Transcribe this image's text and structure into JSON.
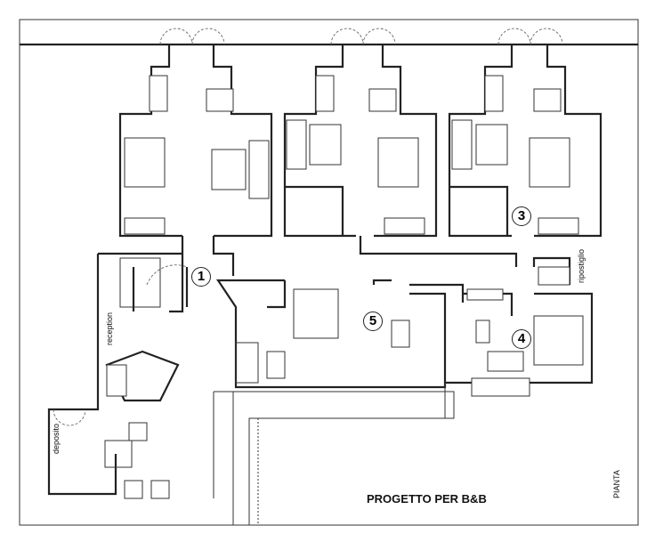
{
  "title": "PROGETTO PER B&B",
  "sheet_label": "PIANTA",
  "room_labels": {
    "reception": "reception",
    "deposito": "deposito",
    "ripostiglio": "ripostiglio"
  },
  "unit_numbers": [
    "1",
    "3",
    "4",
    "5"
  ]
}
